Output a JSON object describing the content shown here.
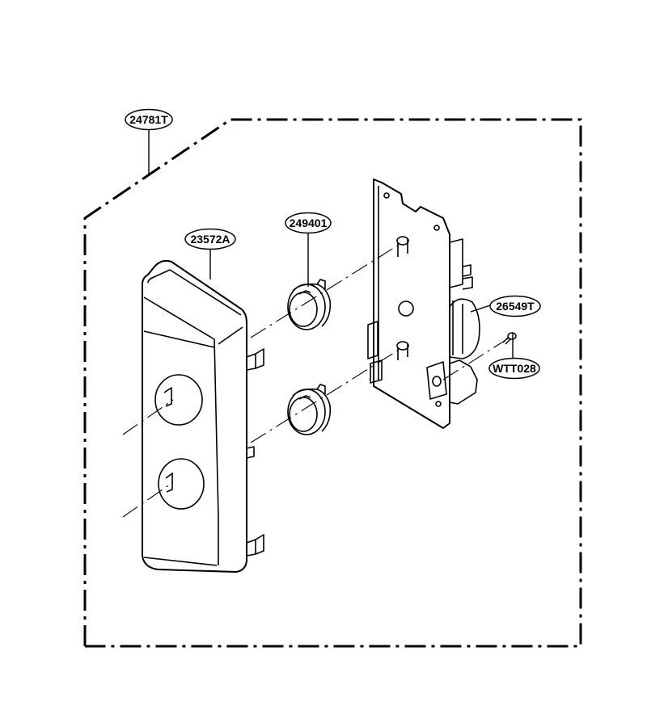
{
  "diagram": {
    "type": "exploded-parts-view",
    "callouts": {
      "assembly": "24781T",
      "control_panel": "23572A",
      "knob": "249401",
      "timer_module": "26549T",
      "screw": "WTT028"
    },
    "colors": {
      "line": "#000000",
      "background": "#ffffff"
    }
  }
}
